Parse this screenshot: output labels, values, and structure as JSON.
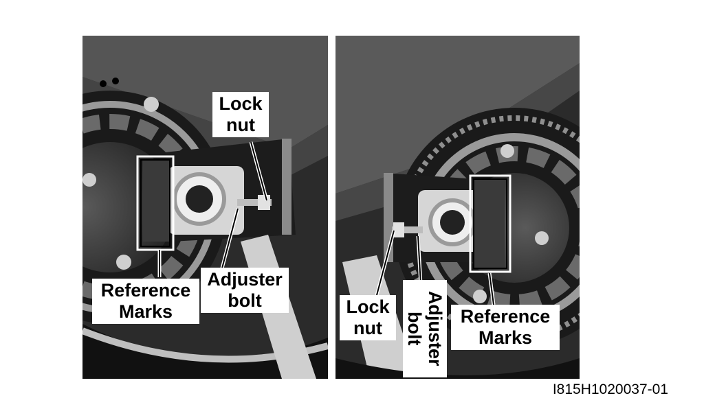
{
  "figure": {
    "id": "I815H1020037-01",
    "left_photo": {
      "labels": {
        "lock_nut": "Lock\nnut",
        "adjuster_bolt": "Adjuster\nbolt",
        "reference_marks": "Reference\nMarks"
      }
    },
    "right_photo": {
      "labels": {
        "lock_nut": "Lock\nnut",
        "adjuster_bolt": "Adjuster\nbolt",
        "reference_marks": "Reference\nMarks"
      }
    }
  }
}
